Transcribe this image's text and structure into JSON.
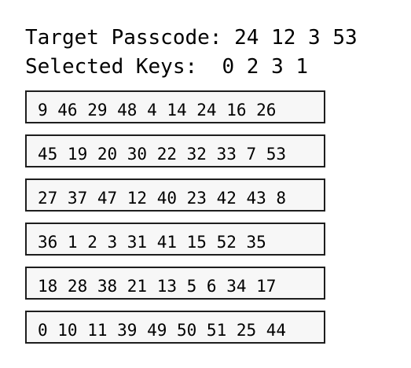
{
  "header": {
    "target_label": "Target Passcode:",
    "target_value": "24 12 3 53",
    "selected_label": "Selected Keys:",
    "selected_value": "0 2 3 1"
  },
  "key_rows": [
    "9 46 29 48 4 14 24 16 26",
    "45 19 20 30 22 32 33 7 53",
    "27 37 47 12 40 23 42 43 8",
    "36 1 2 3 31 41 15 52 35",
    "18 28 38 21 13 5 6 34 17",
    "0 10 11 39 49 50 51 25 44"
  ]
}
